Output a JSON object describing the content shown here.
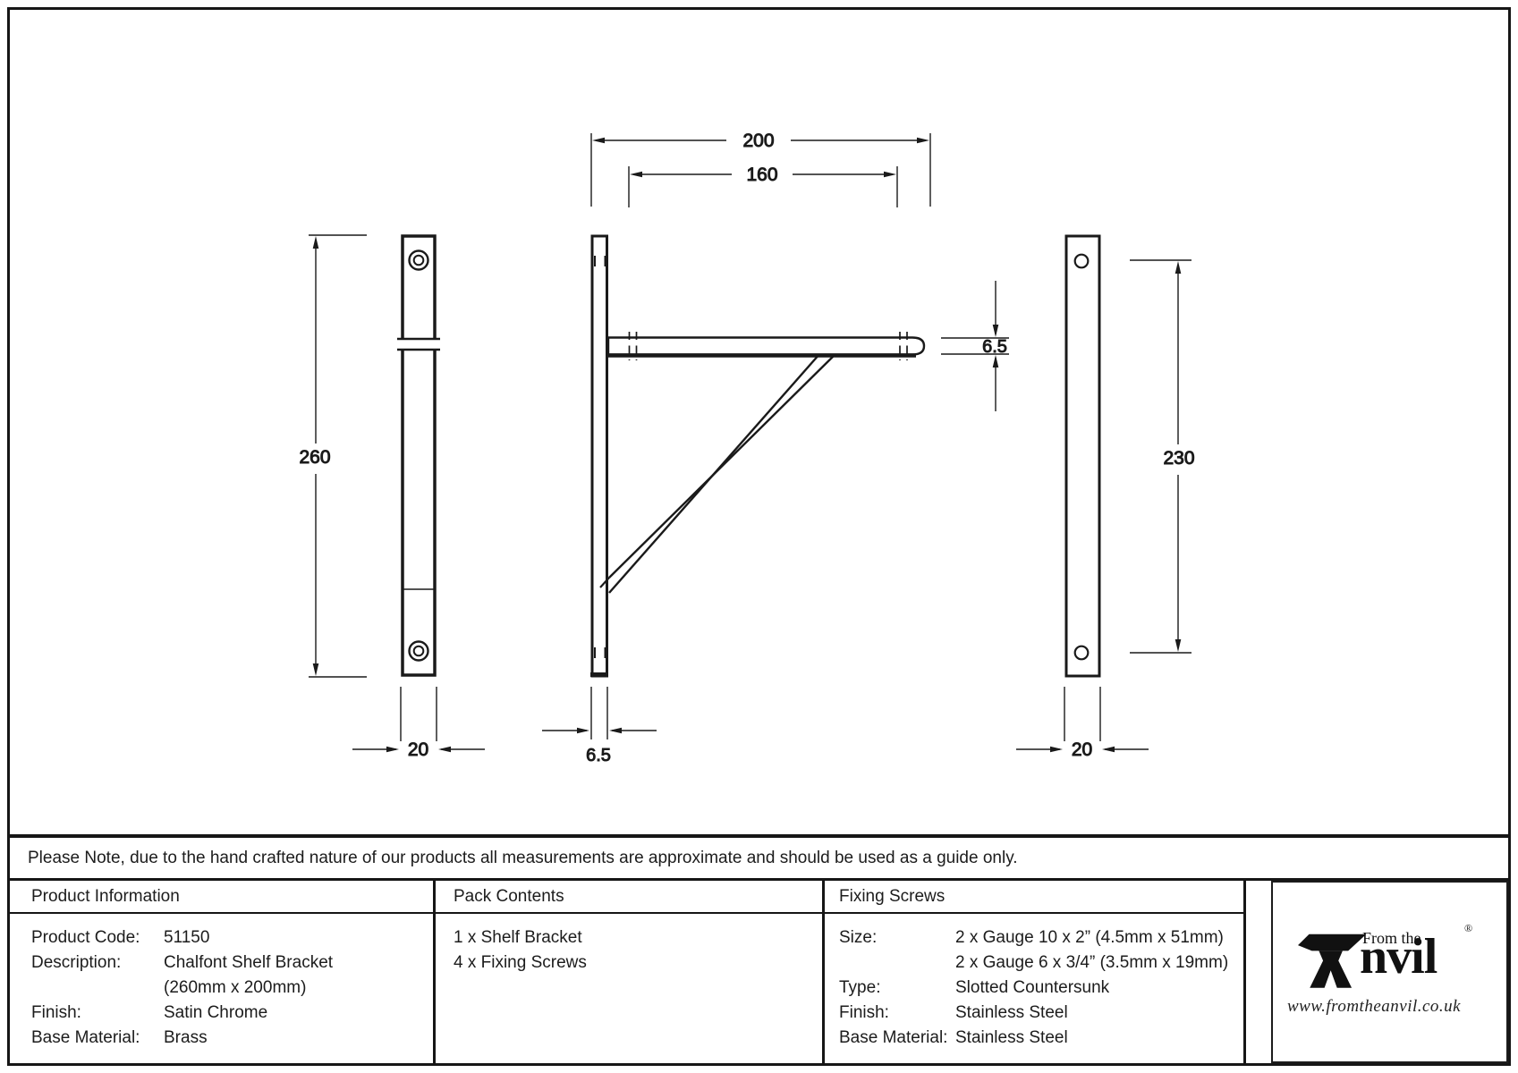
{
  "drawing": {
    "dims": {
      "total_width": "200",
      "hole_spacing_top": "160",
      "arm_thickness": "6.5",
      "total_height": "260",
      "bar_width_front": "20",
      "plate_thickness": "6.5",
      "hole_spacing_back": "230",
      "bar_width_back": "20"
    }
  },
  "note": "Please Note, due to the hand crafted nature of our products all measurements are approximate and should be used as a guide only.",
  "product_info": {
    "header": "Product Information",
    "rows": [
      {
        "label": "Product Code:",
        "value": "51150"
      },
      {
        "label": "Description:",
        "value": "Chalfont Shelf Bracket",
        "value2": "(260mm x 200mm)"
      },
      {
        "label": "Finish:",
        "value": "Satin Chrome"
      },
      {
        "label": "Base Material:",
        "value": "Brass"
      }
    ]
  },
  "pack_contents": {
    "header": "Pack Contents",
    "items": [
      "1 x Shelf Bracket",
      "4 x Fixing Screws"
    ]
  },
  "fixing_screws": {
    "header": "Fixing Screws",
    "rows": [
      {
        "label": "Size:",
        "value": "2 x Gauge 10 x 2” (4.5mm x 51mm)",
        "value2": "2 x Gauge 6 x 3/4” (3.5mm x 19mm)"
      },
      {
        "label": "Type:",
        "value": "Slotted Countersunk"
      },
      {
        "label": "Finish:",
        "value": "Stainless Steel"
      },
      {
        "label": "Base Material:",
        "value": "Stainless Steel"
      }
    ]
  },
  "logo": {
    "from_the": "From the",
    "brand_suffix": "nvil",
    "registered": "®",
    "website": "www.fromtheanvil.co.uk"
  },
  "colors": {
    "line": "#1a1a1a",
    "bg": "#ffffff"
  }
}
